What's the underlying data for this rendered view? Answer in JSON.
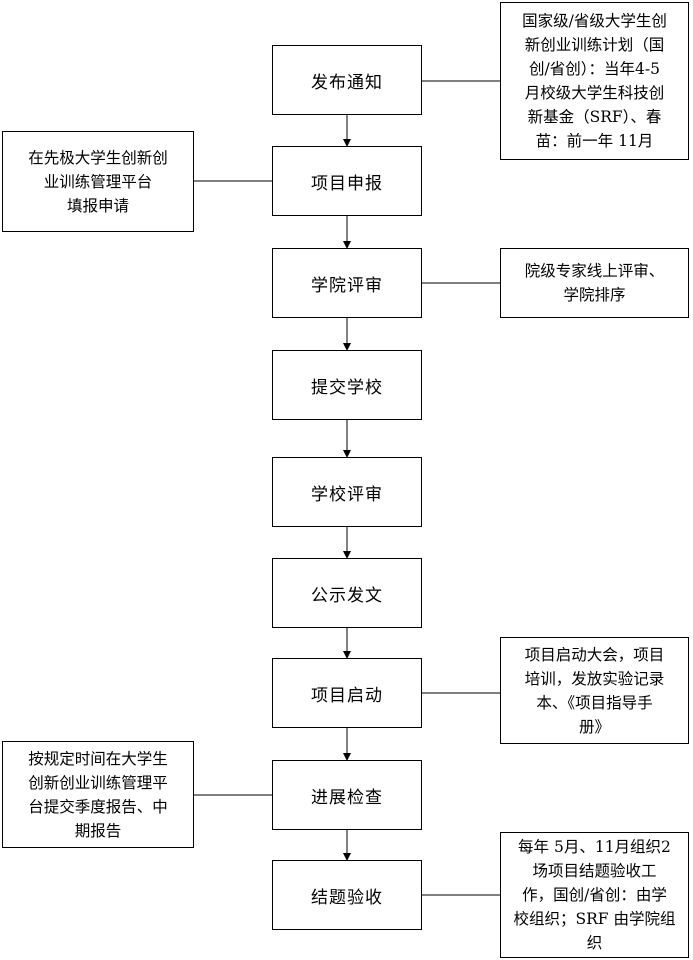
{
  "steps": [
    {
      "id": "publish",
      "label": "发布通知"
    },
    {
      "id": "apply",
      "label": "项目申报"
    },
    {
      "id": "college-review",
      "label": "学院评审"
    },
    {
      "id": "submit-school",
      "label": "提交学校"
    },
    {
      "id": "school-review",
      "label": "学校评审"
    },
    {
      "id": "announce",
      "label": "公示发文"
    },
    {
      "id": "launch",
      "label": "项目启动"
    },
    {
      "id": "progress-check",
      "label": "进展检查"
    },
    {
      "id": "final-acceptance",
      "label": "结题验收"
    }
  ],
  "notes": {
    "publish": [
      "国家级/省级大学生创",
      "新创业训练计划（国",
      "创/省创）：当年4-5",
      "月校级大学生科技创",
      "新基金（SRF）、春",
      "苗：前一年 11月"
    ],
    "apply": [
      "在先极大学生创新创",
      "业训练管理平台",
      "填报申请"
    ],
    "college_review": [
      "院级专家线上评审、",
      "学院排序"
    ],
    "launch": [
      "项目启动大会，项目",
      "培训，发放实验记录",
      "本、《项目指导手",
      "册》"
    ],
    "progress_check": [
      "按规定时间在大学生",
      "创新创业训练管理平",
      "台提交季度报告、中",
      "期报告"
    ],
    "final_acceptance": [
      "每年 5月、11月组织2",
      "场项目结题验收工",
      "作，国创/省创：由学",
      "校组织；SRF 由学院组",
      "织"
    ]
  }
}
